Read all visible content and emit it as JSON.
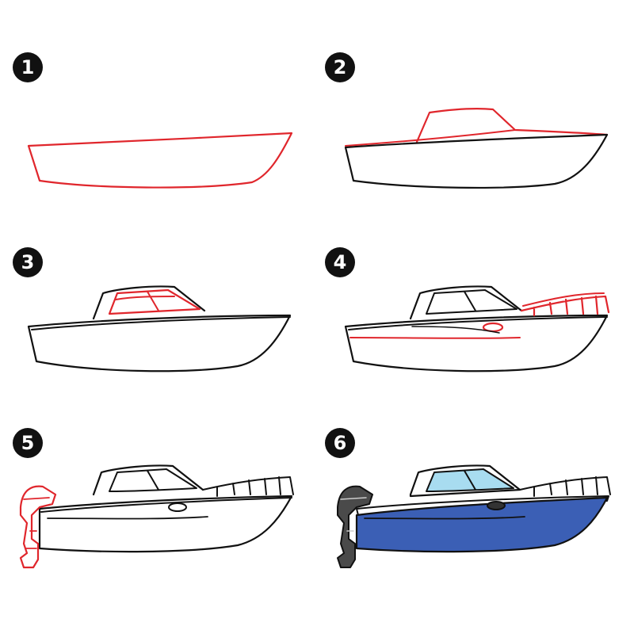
{
  "colors": {
    "ink": "#111111",
    "new_lines": "#e0262c",
    "hull_blue": "#3b5fb5",
    "window_blue": "#a8dcf0",
    "motor_gray": "#4a4a4a",
    "background": "#ffffff"
  },
  "steps": [
    {
      "number": "1"
    },
    {
      "number": "2"
    },
    {
      "number": "3"
    },
    {
      "number": "4"
    },
    {
      "number": "5"
    },
    {
      "number": "6"
    }
  ]
}
